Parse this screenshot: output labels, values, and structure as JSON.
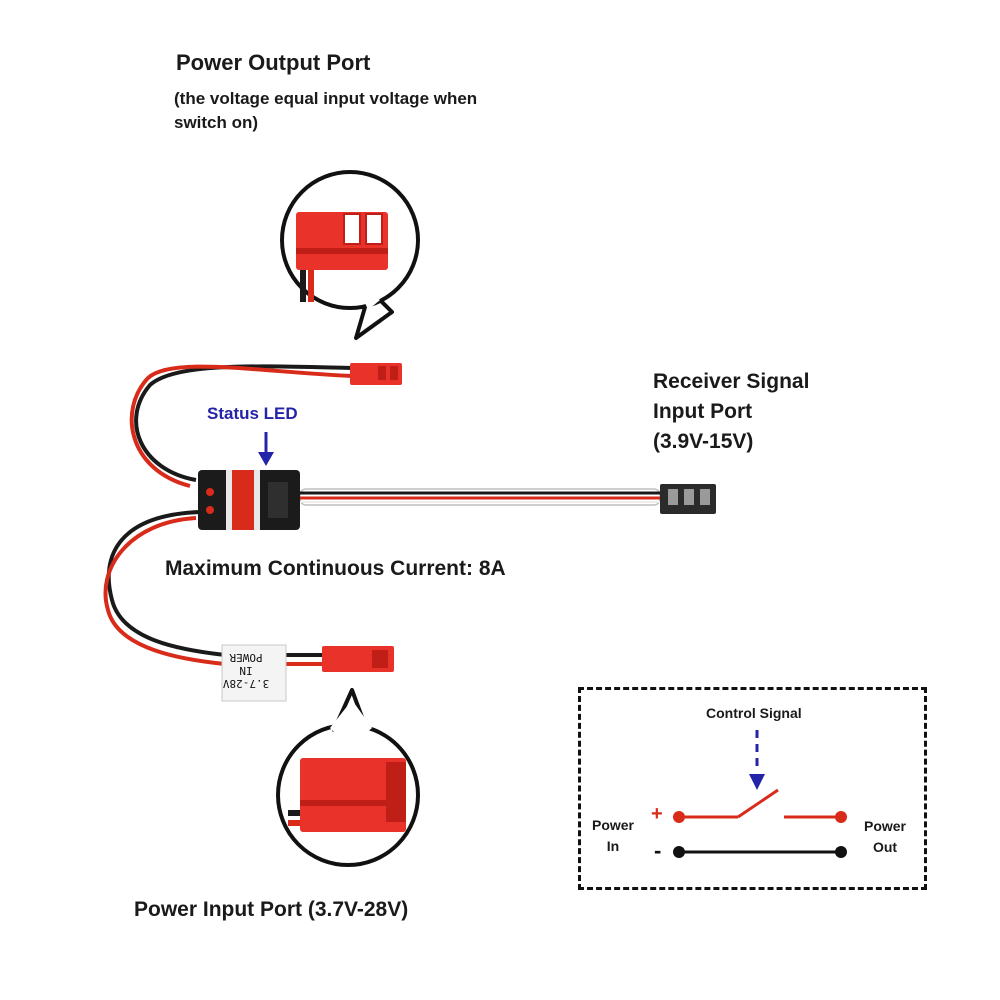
{
  "labels": {
    "output_title": "Power Output Port",
    "output_subtitle": "(the voltage equal input voltage when switch on)",
    "receiver_line1": "Receiver Signal",
    "receiver_line2": "Input Port",
    "receiver_line3": "(3.9V-15V)",
    "status_led": "Status LED",
    "max_current": "Maximum Continuous Current: 8A",
    "input_title": "Power Input Port (3.7V-28V)"
  },
  "cable_tag": {
    "line1": "3.7-28V",
    "line2": "IN",
    "line3": "POWER"
  },
  "schematic": {
    "control_signal": "Control Signal",
    "power_in_line1": "Power",
    "power_in_line2": "In",
    "power_out_line1": "Power",
    "power_out_line2": "Out",
    "plus": "+",
    "minus": "-"
  },
  "colors": {
    "wire_red": "#d92b1a",
    "wire_black": "#1a1a1a",
    "connector_red": "#e8322a",
    "led_arrow": "#2424a8",
    "servo_plug": "#2b2b2b"
  }
}
